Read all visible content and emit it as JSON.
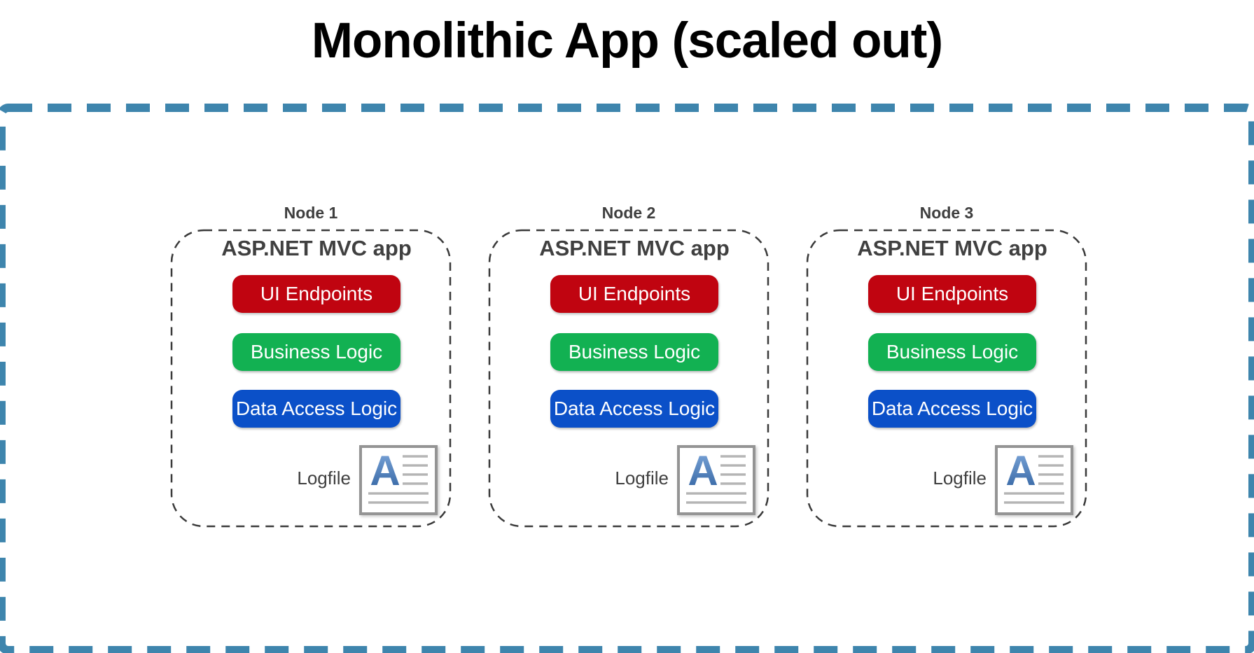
{
  "title": "Monolithic App (scaled out)",
  "colors": {
    "boundary_dash_blue": "#3E85AD",
    "node_dashed_border": "#3A3A3A",
    "ui_endpoints_red": "#C00410",
    "business_logic_green": "#12B152",
    "data_access_blue": "#0B50C8",
    "heading_gray": "#404040",
    "logfile_icon_letter_blue": "#3E78C0"
  },
  "nodes": [
    {
      "node_label": "Node 1",
      "app_title": "ASP.NET MVC app",
      "components": [
        {
          "label": "UI Endpoints",
          "color": "#C00410"
        },
        {
          "label": "Business Logic",
          "color": "#12B152"
        },
        {
          "label": "Data Access Logic",
          "color": "#0B50C8"
        }
      ],
      "logfile_label": "Logfile"
    },
    {
      "node_label": "Node 2",
      "app_title": "ASP.NET MVC app",
      "components": [
        {
          "label": "UI Endpoints",
          "color": "#C00410"
        },
        {
          "label": "Business Logic",
          "color": "#12B152"
        },
        {
          "label": "Data Access Logic",
          "color": "#0B50C8"
        }
      ],
      "logfile_label": "Logfile"
    },
    {
      "node_label": "Node 3",
      "app_title": "ASP.NET MVC app",
      "components": [
        {
          "label": "UI Endpoints",
          "color": "#C00410"
        },
        {
          "label": "Business Logic",
          "color": "#12B152"
        },
        {
          "label": "Data Access Logic",
          "color": "#0B50C8"
        }
      ],
      "logfile_label": "Logfile"
    }
  ]
}
